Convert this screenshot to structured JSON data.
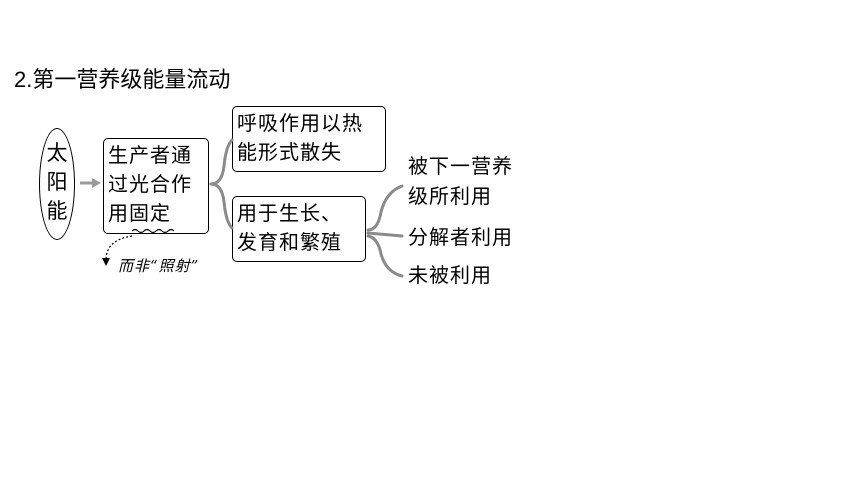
{
  "title": "2.第一营养级能量流动",
  "source": {
    "lines": [
      "太",
      "阳",
      "能"
    ]
  },
  "producer_box": {
    "lines": [
      "生产者通",
      "过光合作",
      "用固定"
    ]
  },
  "respiration_box": {
    "lines": [
      "呼吸作用以热",
      "能形式散失"
    ]
  },
  "growth_box": {
    "lines": [
      "用于生长、",
      "发育和繁殖"
    ]
  },
  "outcomes": {
    "next_level": [
      "被下一营养",
      "级所利用"
    ],
    "decomposer": "分解者利用",
    "unused": "未被利用"
  },
  "annotation": "而非“照射”",
  "colors": {
    "line": "#000000",
    "arrow": "#9a9a9a",
    "brace": "#8a8a8a"
  }
}
